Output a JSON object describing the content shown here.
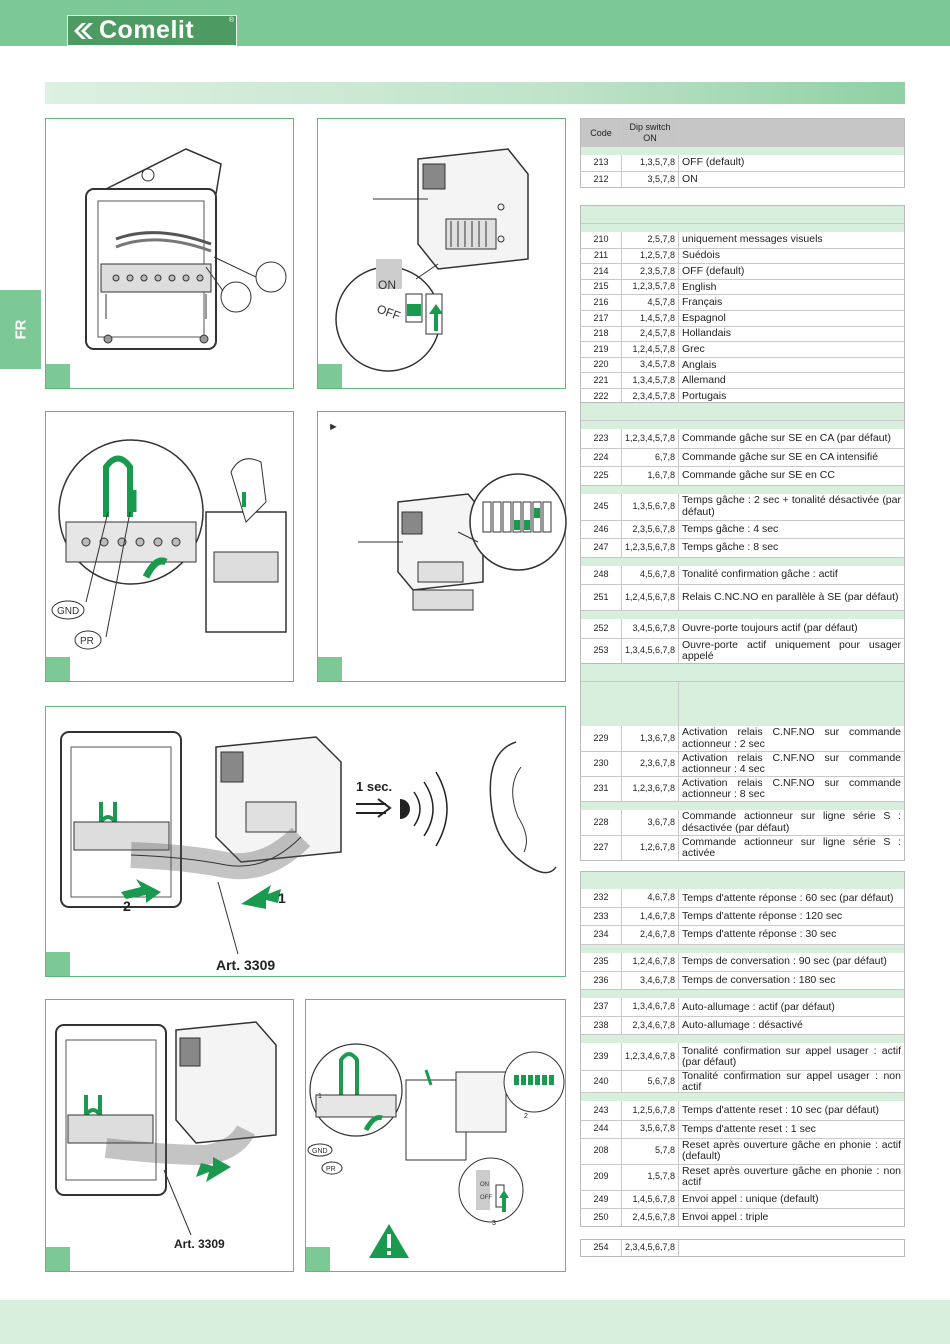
{
  "brand": {
    "name": "Comelit",
    "reg": "®"
  },
  "side_tab": "FR",
  "figures": {
    "f3": {
      "gnd": "GND",
      "pr": "PR"
    },
    "f4": {
      "arrow": "►"
    },
    "f5": {
      "one_sec": "1 sec.",
      "label_1": "1",
      "label_2": "2",
      "art": "Art. 3309"
    },
    "f6": {
      "art": "Art. 3309"
    },
    "f7": {
      "gnd": "GND",
      "pr": "PR",
      "label_1": "1",
      "label_2": "2",
      "label_3": "3",
      "on": "ON",
      "off": "OFF"
    },
    "f2": {
      "on": "ON",
      "off": "OFF"
    }
  },
  "table": {
    "header": {
      "code": "Code",
      "dip": "Dip switch ON"
    },
    "group1": [
      {
        "code": "213",
        "dip": "1,3,5,7,8",
        "desc": "OFF (default)"
      },
      {
        "code": "212",
        "dip": "3,5,7,8",
        "desc": "ON"
      }
    ],
    "group2": [
      {
        "code": "210",
        "dip": "2,5,7,8",
        "desc": "uniquement messages visuels"
      },
      {
        "code": "211",
        "dip": "1,2,5,7,8",
        "desc": "Suédois"
      },
      {
        "code": "214",
        "dip": "2,3,5,7,8",
        "desc": "OFF (default)"
      },
      {
        "code": "215",
        "dip": "1,2,3,5,7,8",
        "desc": "English"
      },
      {
        "code": "216",
        "dip": "4,5,7,8",
        "desc": "Français"
      },
      {
        "code": "217",
        "dip": "1,4,5,7,8",
        "desc": "Espagnol"
      },
      {
        "code": "218",
        "dip": "2,4,5,7,8",
        "desc": "Hollandais"
      },
      {
        "code": "219",
        "dip": "1,2,4,5,7,8",
        "desc": "Grec"
      },
      {
        "code": "220",
        "dip": "3,4,5,7,8",
        "desc": "Anglais"
      },
      {
        "code": "221",
        "dip": "1,3,4,5,7,8",
        "desc": "Allemand"
      },
      {
        "code": "222",
        "dip": "2,3,4,5,7,8",
        "desc": "Portugais"
      }
    ],
    "group3a": [
      {
        "code": "223",
        "dip": "1,2,3,4,5,7,8",
        "desc": "Commande gâche sur SE en CA (par défaut)"
      },
      {
        "code": "224",
        "dip": "6,7,8",
        "desc": "Commande gâche sur SE en CA intensifié"
      },
      {
        "code": "225",
        "dip": "1,6,7,8",
        "desc": "Commande gâche sur SE en CC"
      }
    ],
    "group3b": [
      {
        "code": "245",
        "dip": "1,3,5,6,7,8",
        "desc": "Temps gâche : 2 sec + tonalité désactivée (par défaut)"
      },
      {
        "code": "246",
        "dip": "2,3,5,6,7,8",
        "desc": "Temps gâche : 4 sec"
      },
      {
        "code": "247",
        "dip": "1,2,3,5,6,7,8",
        "desc": "Temps gâche : 8 sec"
      }
    ],
    "group3c": [
      {
        "code": "248",
        "dip": "4,5,6,7,8",
        "desc": "Tonalité confirmation gâche : actif"
      },
      {
        "code": "251",
        "dip": "1,2,4,5,6,7,8",
        "desc": "Relais C.NC.NO en parallèle à SE (par défaut)"
      }
    ],
    "group3d": [
      {
        "code": "252",
        "dip": "3,4,5,6,7,8",
        "desc": "Ouvre-porte toujours actif (par défaut)"
      },
      {
        "code": "253",
        "dip": "1,3,4,5,6,7,8",
        "desc": "Ouvre-porte actif uniquement pour usager appelé"
      }
    ],
    "group4a": [
      {
        "code": "229",
        "dip": "1,3,6,7,8",
        "desc": "Activation relais C.NF.NO sur commande actionneur : 2 sec"
      },
      {
        "code": "230",
        "dip": "2,3,6,7,8",
        "desc": "Activation relais C.NF.NO sur commande actionneur : 4 sec"
      },
      {
        "code": "231",
        "dip": "1,2,3,6,7,8",
        "desc": "Activation relais C.NF.NO sur commande actionneur : 8 sec"
      }
    ],
    "group4b": [
      {
        "code": "228",
        "dip": "3,6,7,8",
        "desc": "Commande actionneur sur ligne série S : désactivée (par défaut)"
      },
      {
        "code": "227",
        "dip": "1,2,6,7,8",
        "desc": "Commande actionneur sur ligne série S : activée"
      }
    ],
    "group5a": [
      {
        "code": "232",
        "dip": "4,6,7,8",
        "desc": "Temps d'attente réponse : 60 sec (par défaut)"
      },
      {
        "code": "233",
        "dip": "1,4,6,7,8",
        "desc": "Temps d'attente réponse : 120 sec"
      },
      {
        "code": "234",
        "dip": "2,4,6,7,8",
        "desc": "Temps d'attente réponse : 30 sec"
      }
    ],
    "group5b": [
      {
        "code": "235",
        "dip": "1,2,4,6,7,8",
        "desc": "Temps de conversation : 90 sec (par défaut)"
      },
      {
        "code": "236",
        "dip": "3,4,6,7,8",
        "desc": "Temps de conversation : 180 sec"
      }
    ],
    "group5c": [
      {
        "code": "237",
        "dip": "1,3,4,6,7,8",
        "desc": "Auto-allumage : actif (par défaut)"
      },
      {
        "code": "238",
        "dip": "2,3,4,6,7,8",
        "desc": "Auto-allumage : désactivé"
      }
    ],
    "group5d": [
      {
        "code": "239",
        "dip": "1,2,3,4,6,7,8",
        "desc": "Tonalité confirmation sur appel usager : actif (par défaut)"
      },
      {
        "code": "240",
        "dip": "5,6,7,8",
        "desc": "Tonalité confirmation sur appel usager : non actif"
      }
    ],
    "group5e": [
      {
        "code": "243",
        "dip": "1,2,5,6,7,8",
        "desc": "Temps d'attente reset : 10 sec (par défaut)"
      },
      {
        "code": "244",
        "dip": "3,5,6,7,8",
        "desc": "Temps d'attente reset : 1 sec"
      },
      {
        "code": "208",
        "dip": "5,7,8",
        "desc": "Reset après ouverture gâche en phonie : actif (default)"
      },
      {
        "code": "209",
        "dip": "1,5,7,8",
        "desc": "Reset après ouverture gâche en phonie : non actif"
      },
      {
        "code": "249",
        "dip": "1,4,5,6,7,8",
        "desc": "Envoi appel : unique (default)"
      },
      {
        "code": "250",
        "dip": "2,4,5,6,7,8",
        "desc": "Envoi appel : triple"
      }
    ],
    "group6": [
      {
        "code": "254",
        "dip": "2,3,4,5,6,7,8",
        "desc": ""
      }
    ]
  }
}
